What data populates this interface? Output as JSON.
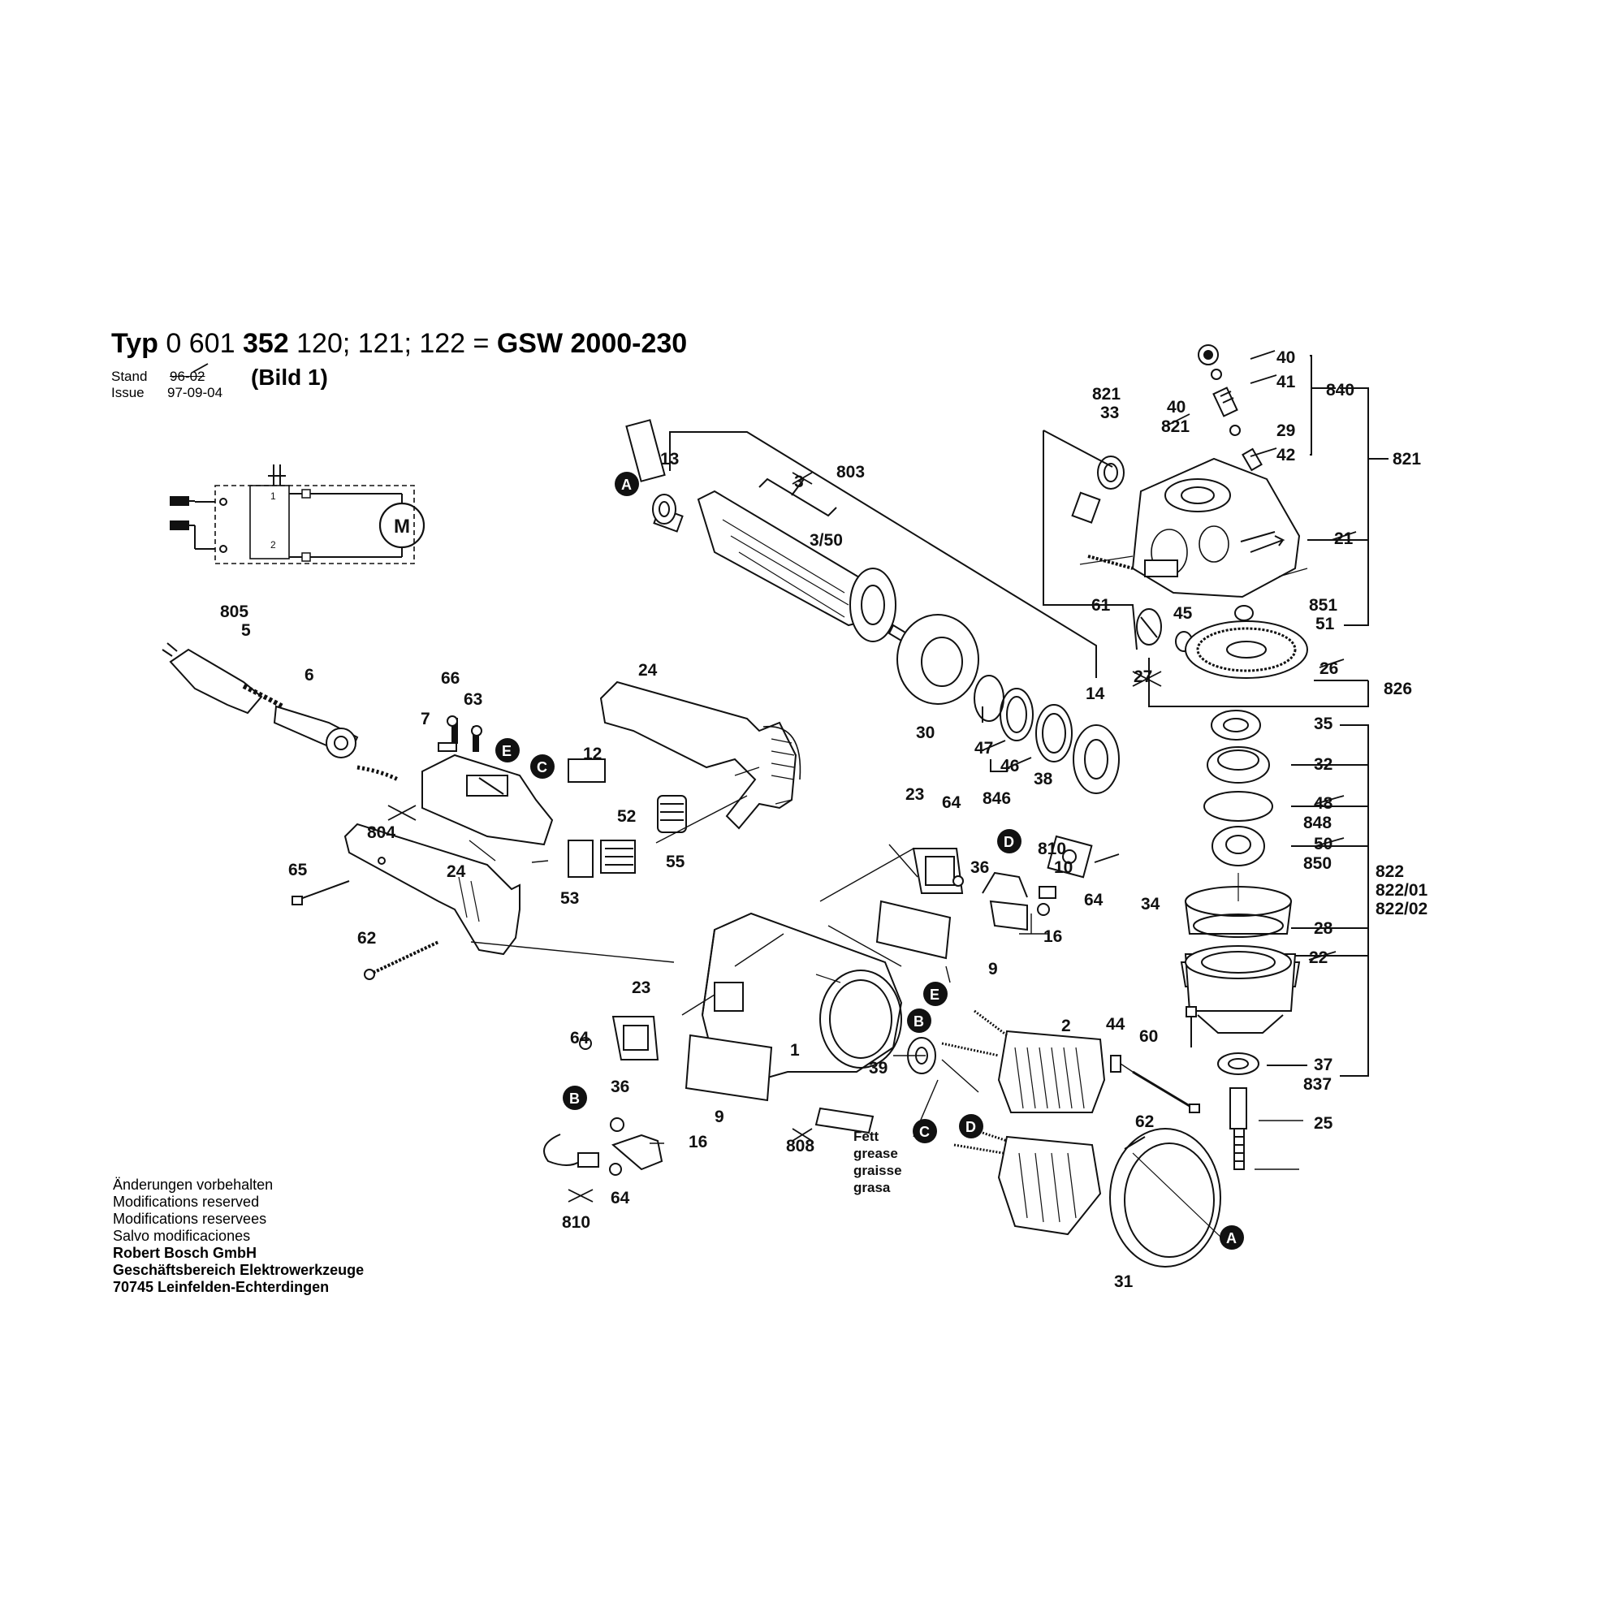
{
  "header": {
    "typ_word": "Typ",
    "typ_number_a": "0 601",
    "typ_number_b": "352",
    "typ_variants": "120; 121; 122",
    "equals": "=",
    "model": "GSW 2000-230",
    "stand_label": "Stand",
    "issue_label": "Issue",
    "date_crossed": "96-02",
    "date": "97-09-04",
    "bild": "(Bild 1)"
  },
  "circuit": {
    "motor_symbol": "M",
    "pin1": "1",
    "pin2": "2"
  },
  "fett_note": [
    "Fett",
    "grease",
    "graisse",
    "grasa"
  ],
  "footer": {
    "notes": [
      "Änderungen vorbehalten",
      "Modifications reserved",
      "Modifications reservees",
      "Salvo modificaciones"
    ],
    "company": [
      "Robert Bosch GmbH",
      "Geschäftsbereich Elektrowerkzeuge",
      "70745 Leinfelden-Echterdingen"
    ]
  },
  "callouts": [
    "A",
    "B",
    "C",
    "D",
    "E"
  ],
  "labels": {
    "l_803": "803",
    "l_13": "13",
    "l_3": "3",
    "l_3_50": "3/50",
    "l_30": "30",
    "l_47": "47",
    "l_46": "46",
    "l_38": "38",
    "l_14": "14",
    "l_846": "846",
    "l_821a": "821",
    "l_33": "33",
    "l_40b": "40",
    "l_821b": "821",
    "l_40": "40",
    "l_41": "41",
    "l_29": "29",
    "l_42": "42",
    "l_840": "840",
    "l_821c": "821",
    "l_21": "21",
    "l_61": "61",
    "l_45": "45",
    "l_27": "27",
    "l_851": "851",
    "l_51": "51",
    "l_26": "26",
    "l_826": "826",
    "l_35": "35",
    "l_32": "32",
    "l_48": "48",
    "l_848": "848",
    "l_50": "50",
    "l_850": "850",
    "l_822": "822",
    "l_822_01": "822/01",
    "l_822_02": "822/02",
    "l_34": "34",
    "l_28": "28",
    "l_22": "22",
    "l_60": "60",
    "l_37": "37",
    "l_837": "837",
    "l_25": "25",
    "l_805": "805",
    "l_5": "5",
    "l_6": "6",
    "l_66": "66",
    "l_63": "63",
    "l_7": "7",
    "l_12": "12",
    "l_24a": "24",
    "l_804": "804",
    "l_52": "52",
    "l_55": "55",
    "l_53": "53",
    "l_24b": "24",
    "l_65": "65",
    "l_62a": "62",
    "l_23a": "23",
    "l_64a": "64",
    "l_810a": "810",
    "l_10": "10",
    "l_36a": "36",
    "l_64b": "64",
    "l_16a": "16",
    "l_9a": "9",
    "l_23b": "23",
    "l_64c": "64",
    "l_36b": "36",
    "l_9b": "9",
    "l_1": "1",
    "l_16b": "16",
    "l_808": "808",
    "l_39": "39",
    "l_2": "2",
    "l_44": "44",
    "l_62b": "62",
    "l_810b": "810",
    "l_64d": "64",
    "l_31": "31"
  },
  "colors": {
    "ink": "#111111",
    "paper": "#ffffff",
    "shade": "#777777"
  }
}
